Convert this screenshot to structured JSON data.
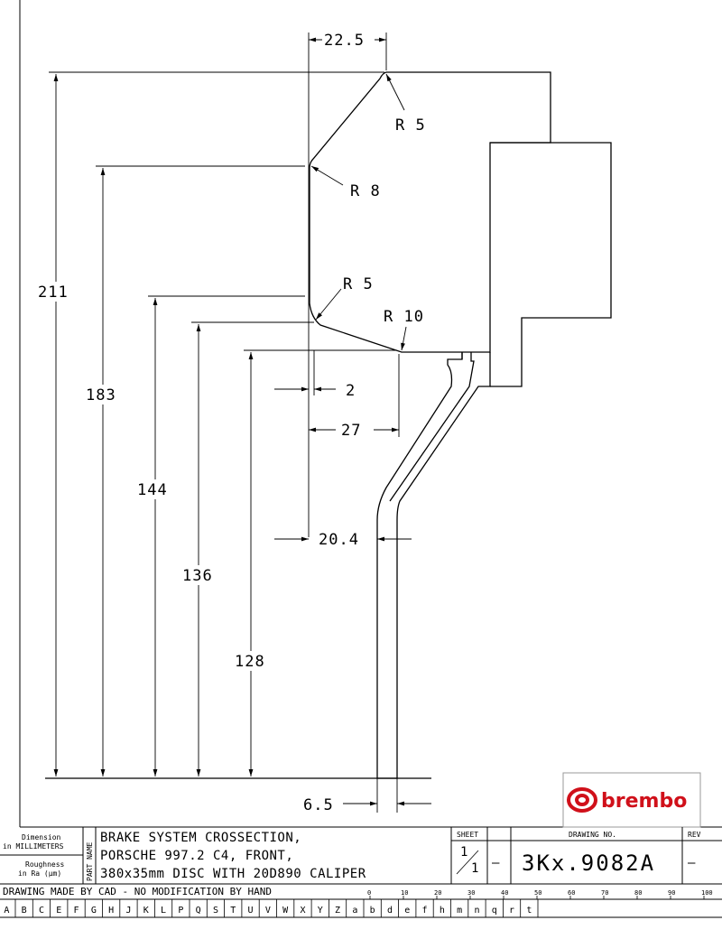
{
  "dimensions": {
    "top_offset": "22.5",
    "overall_height": "211",
    "height_183": "183",
    "height_144": "144",
    "height_136": "136",
    "height_128": "128",
    "offset_2": "2",
    "offset_27": "27",
    "offset_20_4": "20.4",
    "disc_thickness": "6.5",
    "radius_r5_top": "R 5",
    "radius_r8": "R 8",
    "radius_r5_lower": "R 5",
    "radius_r10": "R 10"
  },
  "logo": {
    "text": "brembo"
  },
  "title_block": {
    "dimension_label_1": "Dimension",
    "dimension_label_2": "in MILLIMETERS",
    "roughness_label_1": "Roughness",
    "roughness_label_2": "in Ra (µm)",
    "part_name_label": "PART NAME",
    "part_name_line1": "BRAKE SYSTEM CROSSECTION,",
    "part_name_line2": "PORSCHE 997.2 C4, FRONT,",
    "part_name_line3": "380x35mm DISC WITH 20D890 CALIPER",
    "sheet_label": "SHEET",
    "sheet_num": "1",
    "sheet_total": "1",
    "sheet_dash": "—",
    "drawing_no_label": "DRAWING NO.",
    "drawing_no": "3Kx.9082A",
    "rev_label": "REV",
    "rev_value": "—",
    "footer_note": "DRAWING MADE BY CAD - NO MODIFICATION BY HAND",
    "scale_ticks": [
      "0",
      "10",
      "20",
      "30",
      "40",
      "50",
      "60",
      "70",
      "80",
      "90",
      "100"
    ],
    "grid_letters": [
      "A",
      "B",
      "C",
      "E",
      "F",
      "G",
      "H",
      "J",
      "K",
      "L",
      "P",
      "Q",
      "S",
      "T",
      "U",
      "V",
      "W",
      "X",
      "Y",
      "Z",
      "a",
      "b",
      "d",
      "e",
      "f",
      "h",
      "m",
      "n",
      "q",
      "r",
      "t"
    ]
  }
}
